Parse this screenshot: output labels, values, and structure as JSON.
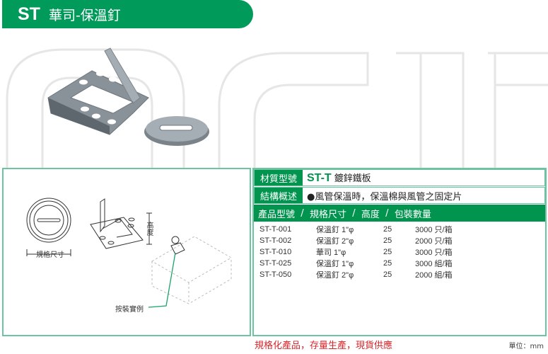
{
  "header": {
    "code": "ST",
    "name": "華司-保溫釘"
  },
  "spec": {
    "material_label": "材質型號",
    "material_code": "ST-T",
    "material_value": "鍍鋅鐵板",
    "structure_label": "結構概述",
    "structure_value": "●風管保溫時，保溫棉與風管之固定片",
    "columns": [
      "產品型號",
      "規格尺寸",
      "高度",
      "包裝數量"
    ],
    "rows": [
      [
        "ST-T-001",
        "保溫釘 1\"φ",
        "25",
        "3000 只/箱"
      ],
      [
        "ST-T-002",
        "保溫釘 2\"φ",
        "25",
        "2000 只/箱"
      ],
      [
        "ST-T-010",
        "華司 1\"φ",
        "25",
        "3000 只/箱"
      ],
      [
        "ST-T-025",
        "保溫釘 1\"φ",
        "25",
        "3000 組/箱"
      ],
      [
        "ST-T-050",
        "保溫釘 2\"φ",
        "25",
        "2000 組/箱"
      ]
    ]
  },
  "diagram": {
    "size_label": "規格尺寸",
    "height_label": "高度",
    "install_label": "按裝實例"
  },
  "footer": {
    "slogan": "規格化產品，存量生產，現貨供應",
    "unit": "單位：mm"
  }
}
